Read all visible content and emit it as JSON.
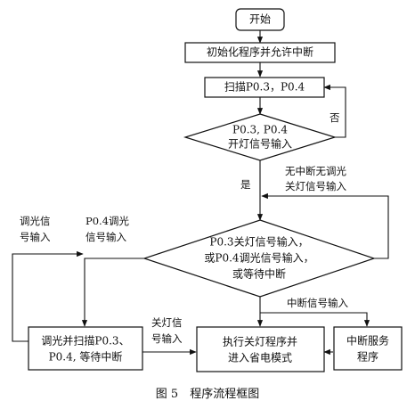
{
  "nodes": {
    "start": "开始",
    "init": "初始化程序并允许中断",
    "scan": "扫描P0.3，P0.4",
    "check_line1": "P0.3, P0.4",
    "check_line2": "开灯信号输入",
    "wait_line1": "P0.3关灯信号输入，",
    "wait_line2": "或P0.4调光信号输入，",
    "wait_line3": "或等待中断",
    "dim_line1": "调光并扫描P0.3、",
    "dim_line2": "P0.4, 等待中断",
    "exec_line1": "执行关灯程序并",
    "exec_line2": "进入省电模式",
    "isr_line1": "中断服务",
    "isr_line2": "程序"
  },
  "labels": {
    "no": "否",
    "yes": "是",
    "no_int_1": "无中断无调光",
    "no_int_2": "关灯信号输入",
    "dim_in_1": "调光信",
    "dim_in_2": "号输入",
    "p04_1": "P0.4调光",
    "p04_2": "信号输入",
    "int_in": "中断信号输入",
    "off_1": "关灯信",
    "off_2": "号输入"
  },
  "caption": "图 5　程序流程框图"
}
